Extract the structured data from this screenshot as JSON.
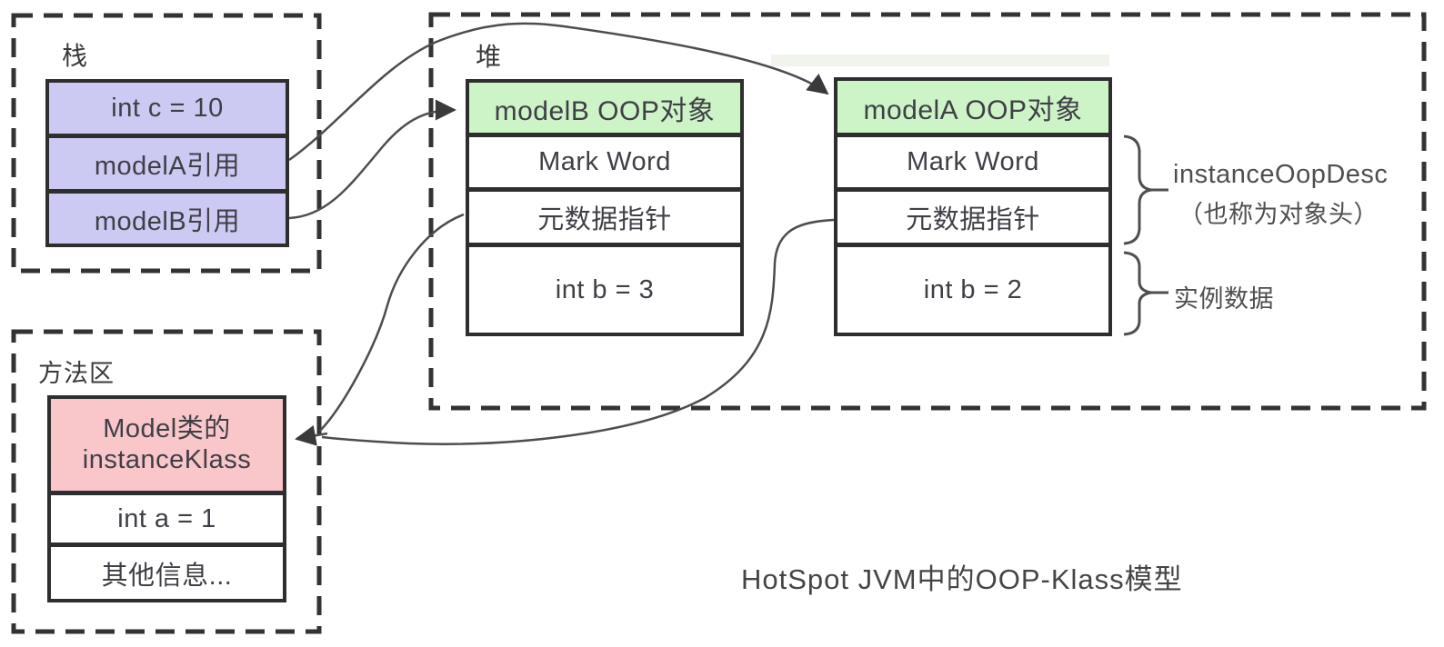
{
  "caption": "HotSpot JVM中的OOP-Klass模型",
  "regions": {
    "stack": {
      "label": "栈",
      "cells": [
        {
          "text": "int c = 10"
        },
        {
          "text": "modelA引用"
        },
        {
          "text": "modelB引用"
        }
      ]
    },
    "heap": {
      "label": "堆",
      "objects": [
        {
          "header": "modelB OOP对象",
          "rows": [
            "Mark Word",
            "元数据指针",
            "int b = 3"
          ]
        },
        {
          "header": "modelA OOP对象",
          "rows": [
            "Mark Word",
            "元数据指针",
            "int b = 2"
          ]
        }
      ]
    },
    "method_area": {
      "label": "方法区",
      "cells": [
        {
          "line1": "Model类的",
          "line2": "instanceKlass"
        },
        {
          "text": "int a = 1"
        },
        {
          "text": "其他信息..."
        }
      ]
    }
  },
  "annotations": {
    "object_header_en": "instanceOopDesc",
    "object_header_zh": "（也称为对象头）",
    "instance_data": "实例数据"
  },
  "arrows": [
    {
      "from": "modelA引用",
      "to": "modelA OOP对象"
    },
    {
      "from": "modelB引用",
      "to": "modelB OOP对象"
    },
    {
      "from": "modelB OOP对象 元数据指针",
      "to": "Model类的 instanceKlass"
    },
    {
      "from": "modelA OOP对象 元数据指针",
      "to": "Model类的 instanceKlass"
    }
  ],
  "colors": {
    "stack_cell": "#cccaf3",
    "oop_header": "#cdf4c6",
    "klass_cell": "#f9c6ca",
    "solid_border": "#2e2e2e",
    "dashed_border": "#333333",
    "arrow": "#4d4d4d",
    "text": "#3e3e3e"
  }
}
